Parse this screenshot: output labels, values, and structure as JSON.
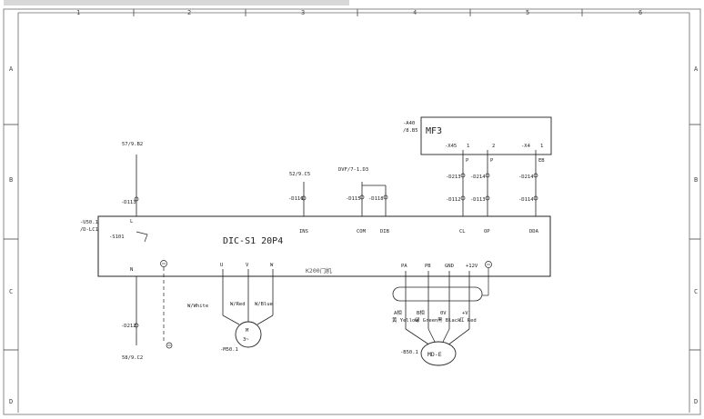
{
  "frame": {
    "columns": [
      "1",
      "2",
      "3",
      "4",
      "5",
      "6"
    ],
    "rows": [
      "A",
      "B",
      "C",
      "D"
    ]
  },
  "drive": {
    "name": "DIC-S1 20P4",
    "ref": [
      "-U50.1",
      "/D-LC1"
    ],
    "watermark": "K200门机",
    "top_terminals": [
      "L",
      "INS",
      "COM",
      "DIB",
      "CL",
      "OP",
      "DDA"
    ],
    "bottom_terminals": [
      "N",
      "U",
      "V",
      "W",
      "PA",
      "PB",
      "GND",
      "+12V"
    ],
    "switch": "-S101"
  },
  "fuse_labels": [
    "-D113",
    "-D116",
    "-D115",
    "-D118",
    "-D112",
    "-D113",
    "-D114"
  ],
  "fuse_alt_labels": [
    "-D212",
    "-D213",
    "-D214"
  ],
  "cross_refs": {
    "l_top": "57/9.B2",
    "l_bottom": "58/9.C2",
    "ins": "52/9.C5",
    "com": "DVF/7-1.D3"
  },
  "mf3": {
    "ref": [
      "-A40",
      "/8.B5"
    ],
    "title": "MF3",
    "connectors": [
      "-X45",
      "-X4"
    ],
    "pins": [
      "1",
      "2",
      "1"
    ],
    "pin_codes": [
      "P",
      "P",
      "EB"
    ]
  },
  "motor": {
    "label": "M",
    "phase": "3~",
    "ref": "-M50.1",
    "wires": [
      "W/White",
      "W/Red",
      "W/Blue"
    ]
  },
  "encoder": {
    "label": "MD-E",
    "ref": "-B50.1",
    "wires": [
      "A相",
      "B相",
      "0V",
      "+V"
    ],
    "wire_colors": [
      "黄 Yellow",
      "绿 Green",
      "黑 Black",
      "红 Red"
    ]
  }
}
